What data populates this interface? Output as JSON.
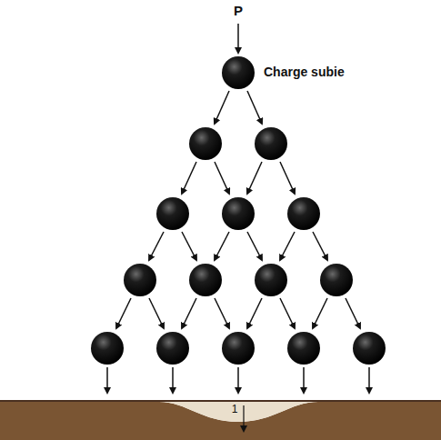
{
  "diagram": {
    "labels": [
      "P",
      "Charge subie",
      "1"
    ]
  }
}
